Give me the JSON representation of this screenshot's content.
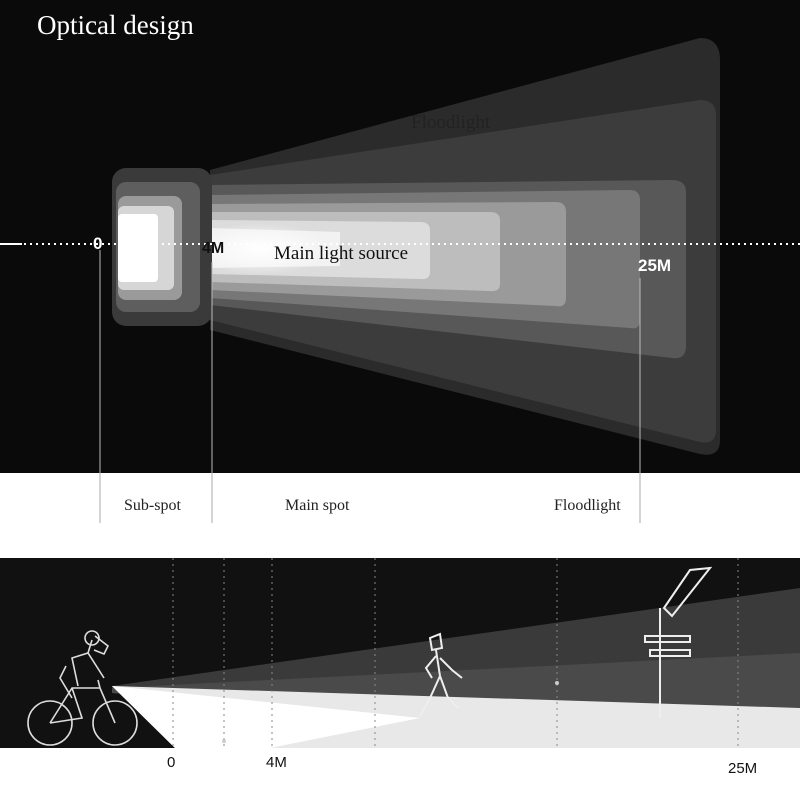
{
  "title": "Optical design",
  "beam": {
    "floodlight_label": "Floodlight",
    "main_source_label": "Main light source"
  },
  "markers": {
    "zero": "0",
    "four": "4M",
    "twentyfive": "25M"
  },
  "zones": {
    "sub_spot": "Sub-spot",
    "main_spot": "Main spot",
    "floodlight": "Floodlight"
  },
  "scene_axis": {
    "zero": "0",
    "four": "4M",
    "twentyfive": "25M"
  },
  "icons": [
    "cyclist-icon",
    "pedestrian-icon",
    "signpost-icon"
  ]
}
